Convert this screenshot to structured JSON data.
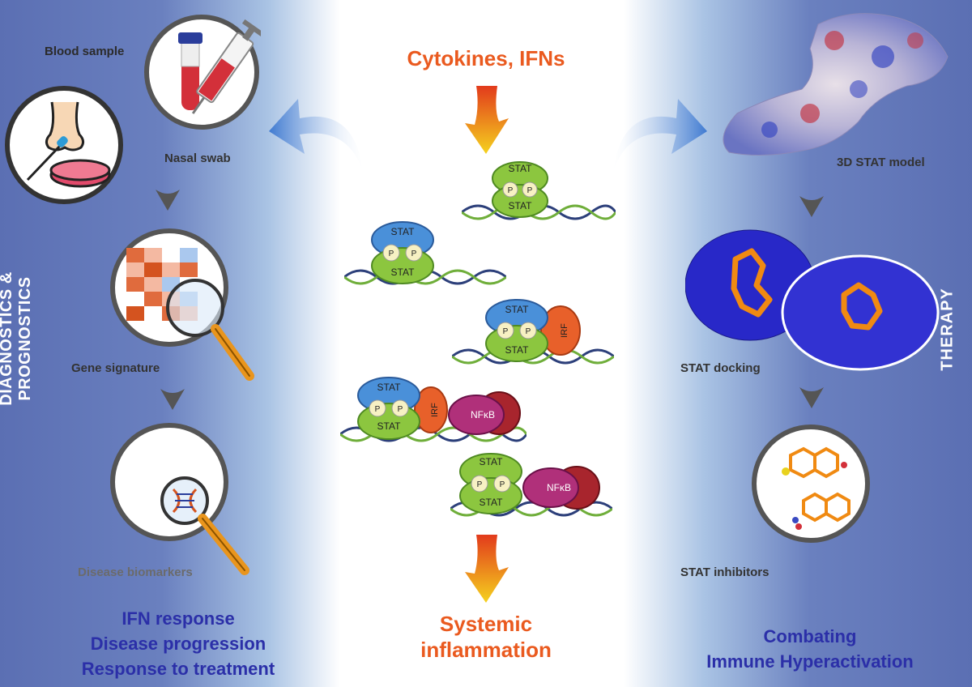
{
  "left_panel": {
    "vertical_label": "DIAGNOSTICS & PROGNOSTICS",
    "blood_sample": "Blood sample",
    "nasal_swab": "Nasal swab",
    "gene_signature": "Gene signature",
    "disease_biomarkers": "Disease biomarkers",
    "outcomes": [
      "IFN response",
      "Disease progression",
      "Response to treatment"
    ]
  },
  "center_panel": {
    "top_title": "Cytokines, IFNs",
    "bottom_title_line1": "Systemic",
    "bottom_title_line2": "inflammation",
    "stat": "STAT",
    "p": "P",
    "irf": "IRF",
    "nfkb": "NFκB"
  },
  "right_panel": {
    "vertical_label": "THERAPY",
    "model_3d": "3D STAT model",
    "docking": "STAT docking",
    "inhibitors": "STAT inhibitors",
    "outcome_line1": "Combating",
    "outcome_line2": "Immune Hyperactivation"
  },
  "colors": {
    "accent_orange": "#ea5a1f",
    "title_blue": "#2b2fa8",
    "panel_blue": "#5b6fb3",
    "stat_green": "#8cc63f",
    "stat_blue": "#4a90d9",
    "irf_orange": "#e8602a",
    "nfkb_magenta": "#b0307a"
  }
}
